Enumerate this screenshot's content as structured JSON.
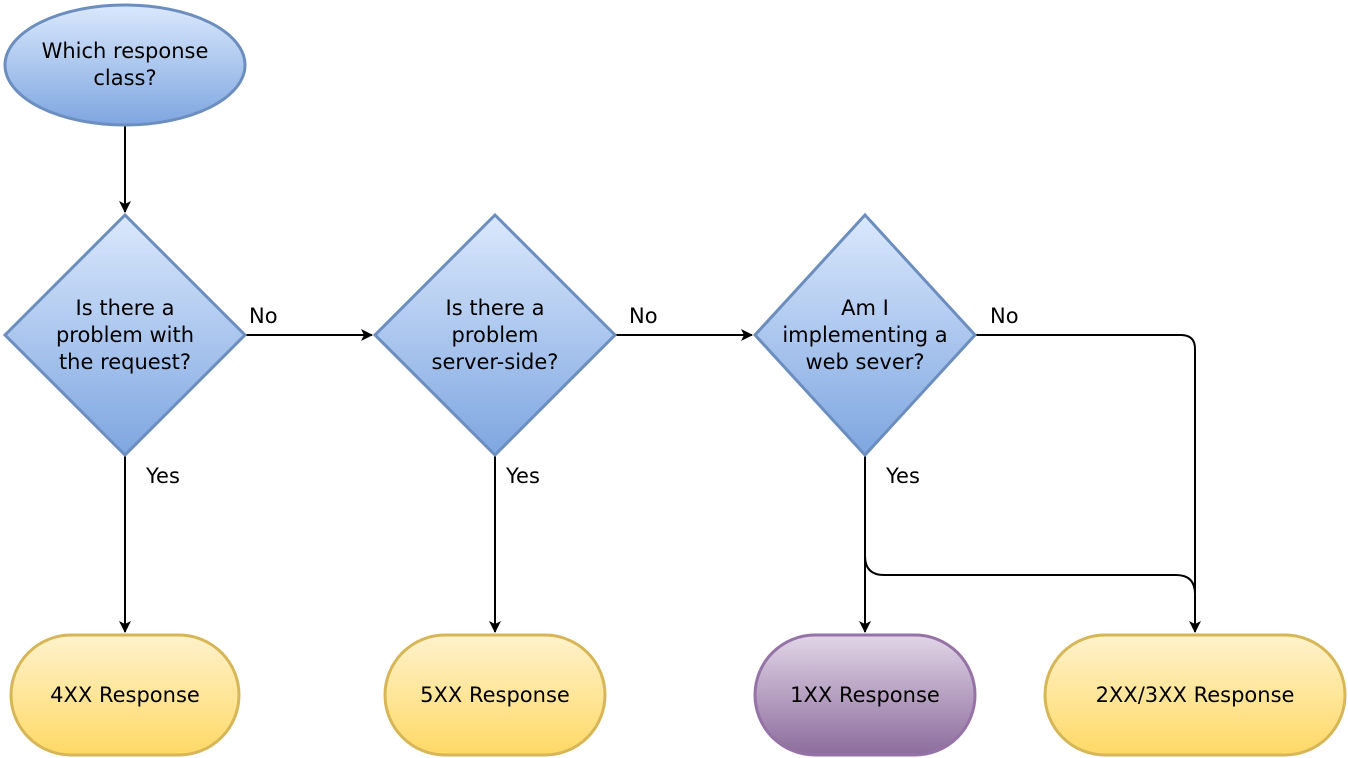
{
  "colors": {
    "decision_fill_top": "#dae8fc",
    "decision_fill_bottom": "#7ea6e0",
    "decision_stroke": "#6c8ebf",
    "response_fill_top": "#fff2cc",
    "response_fill_bottom": "#ffd966",
    "response_stroke": "#d6b656",
    "info_fill_top": "#e1d5e7",
    "info_fill_bottom": "#8c6c9c",
    "info_stroke": "#9673a6",
    "edge": "#000000"
  },
  "nodes": {
    "start": "Which response\nclass?",
    "q_request": "Is there a\nproblem with\nthe request?",
    "q_server": "Is there a\nproblem\nserver-side?",
    "q_webserver": "Am I\nimplementing a\nweb sever?",
    "r_4xx": "4XX Response",
    "r_5xx": "5XX Response",
    "r_1xx": "1XX Response",
    "r_2xx3xx": "2XX/3XX Response"
  },
  "edges": {
    "request_no": "No",
    "request_yes": "Yes",
    "server_no": "No",
    "server_yes": "Yes",
    "webserver_no": "No",
    "webserver_yes": "Yes"
  }
}
